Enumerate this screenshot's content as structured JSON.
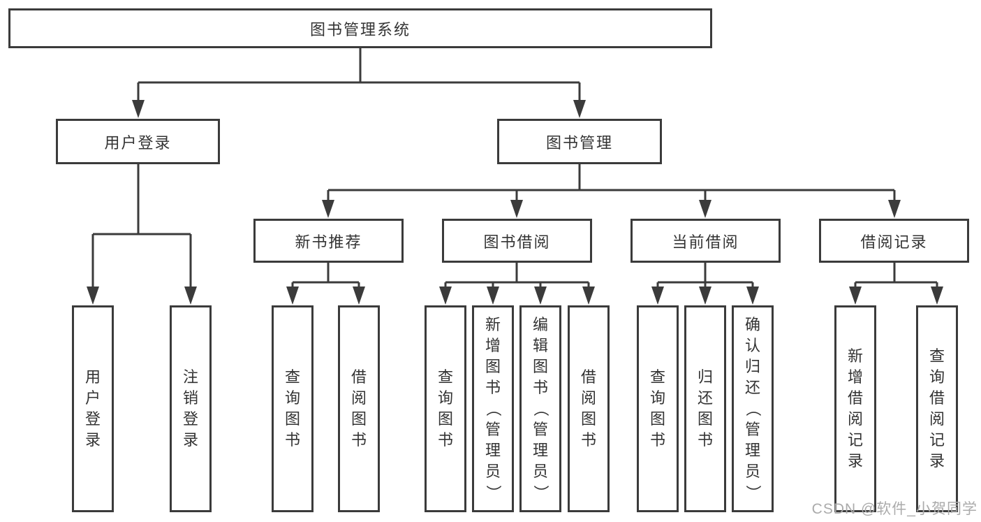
{
  "diagram": {
    "root": {
      "label": "图书管理系统"
    },
    "branches": [
      {
        "label": "用户登录",
        "leaves": [
          {
            "label": "用户登录"
          },
          {
            "label": "注销登录"
          }
        ]
      },
      {
        "label": "图书管理",
        "groups": [
          {
            "label": "新书推荐",
            "leaves": [
              {
                "label": "查询图书"
              },
              {
                "label": "借阅图书"
              }
            ]
          },
          {
            "label": "图书借阅",
            "leaves": [
              {
                "label": "查询图书"
              },
              {
                "label": "新增图书（管理员）"
              },
              {
                "label": "编辑图书（管理员）"
              },
              {
                "label": "借阅图书"
              }
            ]
          },
          {
            "label": "当前借阅",
            "leaves": [
              {
                "label": "查询图书"
              },
              {
                "label": "归还图书"
              },
              {
                "label": "确认归还（管理员）"
              }
            ]
          },
          {
            "label": "借阅记录",
            "leaves": [
              {
                "label": "新增借阅记录"
              },
              {
                "label": "查询借阅记录"
              }
            ]
          }
        ]
      }
    ]
  },
  "watermark": {
    "text": "CSDN @软件_小贺同学"
  },
  "colors": {
    "line": "#3b3b3b",
    "text": "#333333",
    "watermark": "#ababab",
    "background": "#ffffff"
  }
}
